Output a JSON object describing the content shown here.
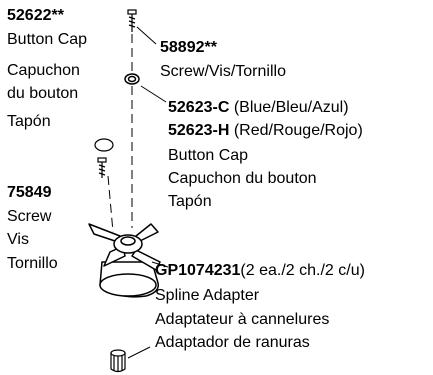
{
  "parts": {
    "p52622": {
      "part_number": "52622**",
      "lines": [
        "Button Cap",
        "Capuchon",
        "du bouton",
        "Tapón"
      ]
    },
    "p58892": {
      "part_number": "58892**",
      "description": "Screw/Vis/Tornillo"
    },
    "p52623": {
      "variant_c_number": "52623-C",
      "variant_c_color": "(Blue/Bleu/Azul)",
      "variant_h_number": "52623-H",
      "variant_h_color": "(Red/Rouge/Rojo)",
      "lines": [
        "Button Cap",
        "Capuchon du bouton",
        "Tapón"
      ]
    },
    "p75849": {
      "part_number": "75849",
      "lines": [
        "Screw",
        "Vis",
        "Tornillo"
      ]
    },
    "gp1074231": {
      "part_number": "GP1074231",
      "quantity": "(2 ea./2 ch./2 c/u)",
      "lines": [
        "Spline Adapter",
        "Adaptateur à cannelures",
        "Adaptador de ranuras"
      ]
    }
  }
}
